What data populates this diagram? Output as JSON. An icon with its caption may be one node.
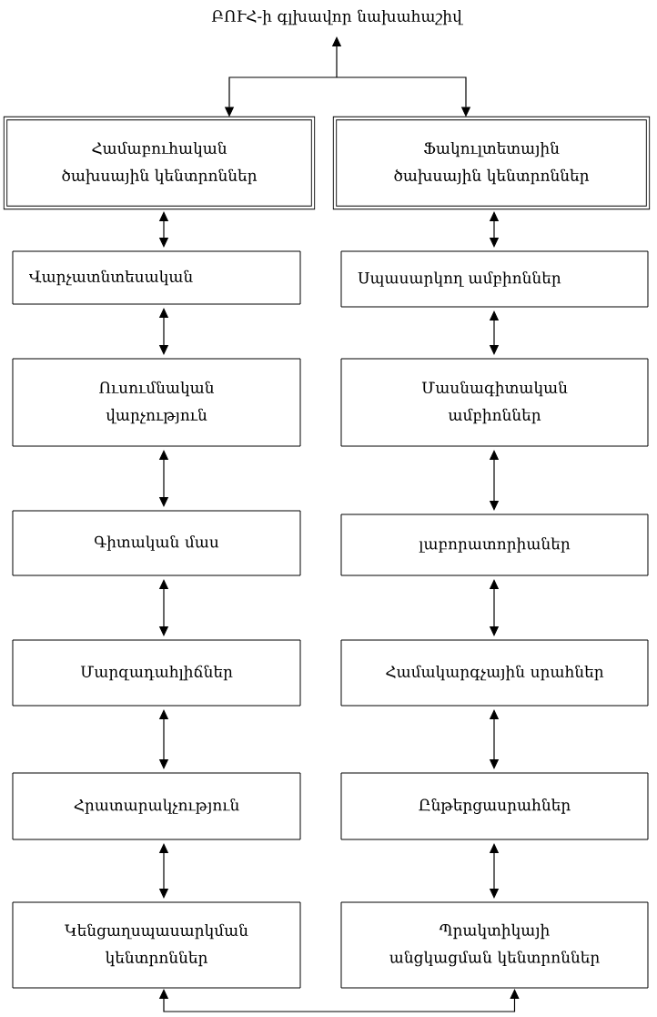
{
  "diagram": {
    "nodes": [
      {
        "text": [
          "ԲՈՒՀ-ի գլխավոր նախահաշիվ"
        ]
      },
      {
        "text": [
          "Համաբուհական ծախսային կենտրոններ"
        ]
      },
      {
        "text": [
          "Ֆակուլտետային ծախսային կենտրոններ"
        ]
      },
      {
        "text": [
          "Վարչատնտեսական"
        ]
      },
      {
        "text": [
          "Սպասարկող ամբիոններ"
        ]
      },
      {
        "text": [
          "Ուսումնական վարչություն"
        ]
      },
      {
        "text": [
          "Մասնագիտական ամբիոններ"
        ]
      },
      {
        "text": [
          "Գիտական մաս"
        ]
      },
      {
        "text": [
          "լաբորատորիաներ"
        ]
      },
      {
        "text": [
          "Մարզադահլիճներ"
        ]
      },
      {
        "text": [
          "Համակարգչային սրահներ"
        ]
      },
      {
        "text": [
          "Հրատարակչություն"
        ]
      },
      {
        "text": [
          "Ընթերցասրահներ"
        ]
      },
      {
        "text": [
          "Կենցաղսպասարկման կենտրոններ"
        ]
      },
      {
        "text": [
          "Պրակտիկայի անցկացման կենտրոններ"
        ]
      }
    ],
    "edges": [
      {
        "from": 0,
        "to": 1,
        "arrow": "both"
      },
      {
        "from": 0,
        "to": 2,
        "arrow": "both"
      },
      {
        "from": 1,
        "to": 3,
        "arrow": "both"
      },
      {
        "from": 2,
        "to": 4,
        "arrow": "both"
      },
      {
        "from": 3,
        "to": 5,
        "arrow": "both"
      },
      {
        "from": 4,
        "to": 6,
        "arrow": "both"
      },
      {
        "from": 5,
        "to": 7,
        "arrow": "both"
      },
      {
        "from": 6,
        "to": 8,
        "arrow": "both"
      },
      {
        "from": 7,
        "to": 9,
        "arrow": "both"
      },
      {
        "from": 8,
        "to": 10,
        "arrow": "both"
      },
      {
        "from": 9,
        "to": 11,
        "arrow": "both"
      },
      {
        "from": 10,
        "to": 12,
        "arrow": "both"
      },
      {
        "from": 11,
        "to": 13,
        "arrow": "both"
      },
      {
        "from": 12,
        "to": 14,
        "arrow": "both"
      },
      {
        "from": 13,
        "to": 14,
        "arrow": "both"
      }
    ]
  }
}
